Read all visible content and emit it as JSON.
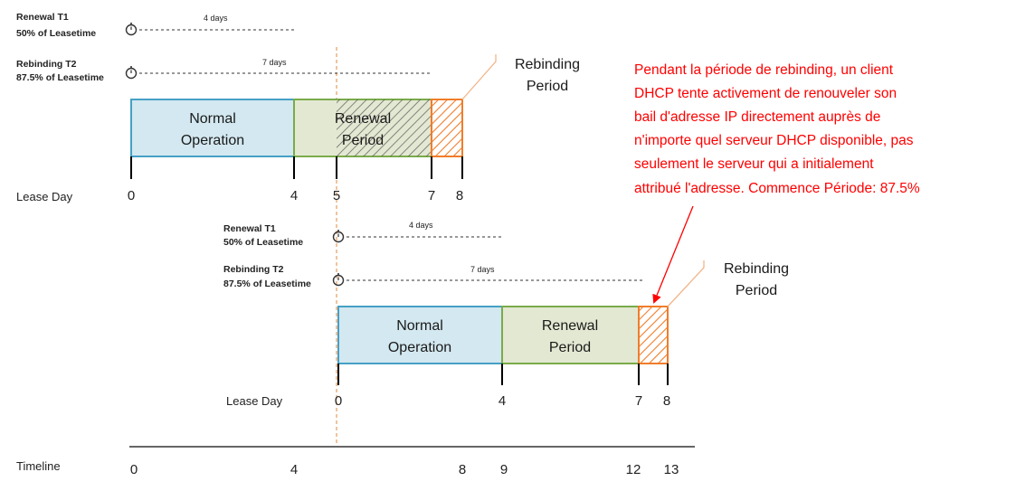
{
  "colors": {
    "normal_fill": "#d3e8f0",
    "normal_stroke": "#46a0c6",
    "renewal_fill": "#e3e8d2",
    "renewal_stroke": "#7aab4a",
    "rebind_stroke": "#f07d2a",
    "annotation": "#ff0000",
    "dashed_timeline": "#e9a46a"
  },
  "top": {
    "renewal_label_1": "Renewal T1",
    "renewal_label_2": "50% of Leasetime",
    "renewal_days": "4 days",
    "rebinding_label_1": "Rebinding T2",
    "rebinding_label_2": "87.5% of Leasetime",
    "rebinding_days": "7 days",
    "normal_1": "Normal",
    "normal_2": "Operation",
    "renewal_1": "Renewal",
    "renewal_2": "Period",
    "rebinding_callout_1": "Rebinding",
    "rebinding_callout_2": "Period",
    "lease_day_label": "Lease Day",
    "ticks": [
      "0",
      "4",
      "5",
      "7",
      "8"
    ]
  },
  "bottom": {
    "renewal_label_1": "Renewal T1",
    "renewal_label_2": "50% of Leasetime",
    "renewal_days": "4 days",
    "rebinding_label_1": "Rebinding T2",
    "rebinding_label_2": "87.5% of Leasetime",
    "rebinding_days": "7 days",
    "normal_1": "Normal",
    "normal_2": "Operation",
    "renewal_1": "Renewal",
    "renewal_2": "Period",
    "rebinding_callout_1": "Rebinding",
    "rebinding_callout_2": "Period",
    "lease_day_label": "Lease Day",
    "ticks": [
      "0",
      "4",
      "7",
      "8"
    ]
  },
  "timeline": {
    "label": "Timeline",
    "ticks": [
      "0",
      "4",
      "8",
      "9",
      "12",
      "13"
    ]
  },
  "annotation": {
    "lines": [
      "Pendant la période de rebinding, un client",
      "DHCP tente activement de renouveler son",
      "bail d'adresse IP directement auprès de",
      "n'importe quel serveur DHCP disponible, pas",
      "seulement le serveur qui a initialement",
      "attribué l'adresse. Commence Période: 87.5%"
    ]
  }
}
